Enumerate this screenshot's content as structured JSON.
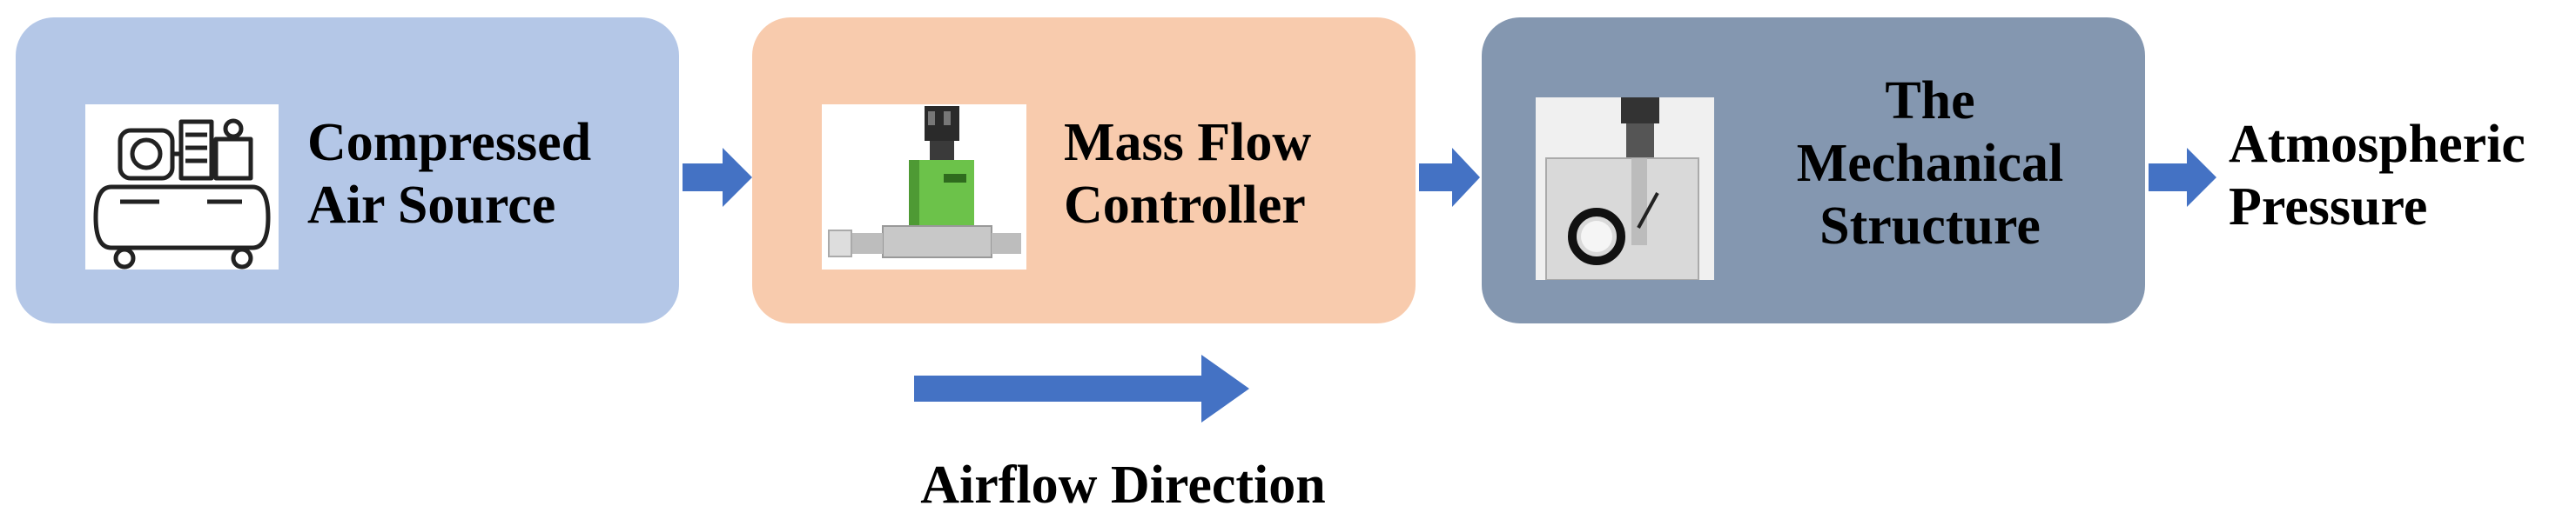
{
  "colors": {
    "source_box": "#b4c7e7",
    "mfc_box": "#f8cbad",
    "mech_box": "#8497b0",
    "arrow": "#4472c4",
    "text": "#000000"
  },
  "blocks": {
    "source": {
      "label": "Compressed\nAir Source",
      "icon": "air-compressor-icon"
    },
    "mfc": {
      "label": "Mass Flow\nController",
      "icon": "mass-flow-controller-photo"
    },
    "mechanical": {
      "label": "The\nMechanical\nStructure",
      "icon": "mechanical-structure-photo"
    }
  },
  "outlet": {
    "label": "Atmospheric\nPressure"
  },
  "legend": {
    "label": "Airflow Direction",
    "icon": "right-arrow-icon"
  }
}
